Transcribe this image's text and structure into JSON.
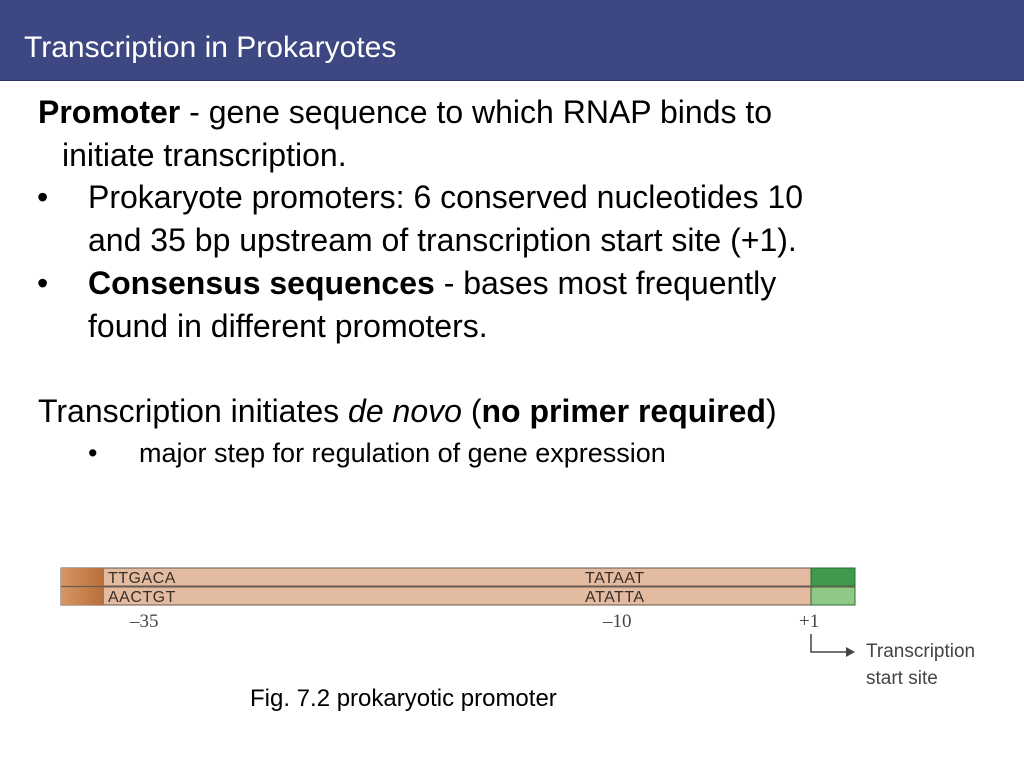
{
  "slide": {
    "title": "Transcription in Prokaryotes",
    "promoter_term": "Promoter",
    "promoter_def_line1": " - gene sequence to which RNAP binds to",
    "promoter_def_line2": "initiate transcription.",
    "bullet_char": "•",
    "bullet1_line1": "Prokaryote promoters: 6 conserved nucleotides 10",
    "bullet1_line2": "and 35 bp upstream of transcription start site (+1).",
    "bullet2_term": "Consensus sequences",
    "bullet2_line1_rest": " - bases most frequently",
    "bullet2_line2": "found in different promoters.",
    "p2_prefix": "Transcription initiates ",
    "p2_italic": "de novo",
    "p2_open": " (",
    "p2_bold": "no primer required",
    "p2_close": ")",
    "sub_bullet": "major step for regulation of gene expression"
  },
  "figure": {
    "seq_35_top": "TTGACA",
    "seq_35_bottom": "AACTGT",
    "seq_10_top": "TATAAT",
    "seq_10_bottom": "ATATTA",
    "label_35": "–35",
    "label_10": "–10",
    "label_plus1": "+1",
    "tss_line1": "Transcription",
    "tss_line2": "start site",
    "caption": "Fig. 7.2 prokaryotic promoter",
    "colors": {
      "strand": "#e2bba0",
      "box35": "#c47e48",
      "tss_green": "#3f9a4c",
      "tss_green_light": "#8fc985",
      "outline": "#6b5a50"
    }
  }
}
